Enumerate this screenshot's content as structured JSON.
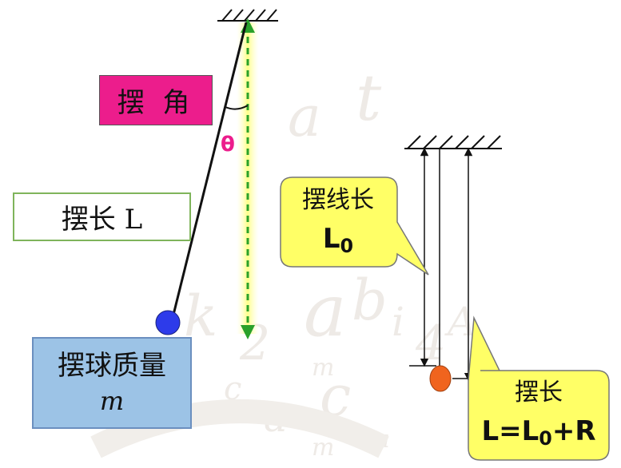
{
  "labels": {
    "angle": "摆 角",
    "length": "摆长 L",
    "mass_line1": "摆球质量",
    "mass_line2": "m",
    "theta": "θ",
    "thread_length_title": "摆线长",
    "thread_length_symbol": "L",
    "thread_length_subscript": "0",
    "total_length_title": "摆长",
    "total_length_L": "L=L",
    "total_length_subscript": "0",
    "total_length_tail": "+R"
  },
  "colors": {
    "angle_box": "#ec1d8c",
    "length_box_border": "#7fb45b",
    "mass_box": "#9cc3e6",
    "callout": "#ffff66",
    "callout_border": "#777777",
    "bob_left": "#2d3bea",
    "bob_right": "#f0641e",
    "vertical_dashed": "#2aa12a",
    "glow": "#ffff99",
    "theta": "#ec1d8c"
  }
}
